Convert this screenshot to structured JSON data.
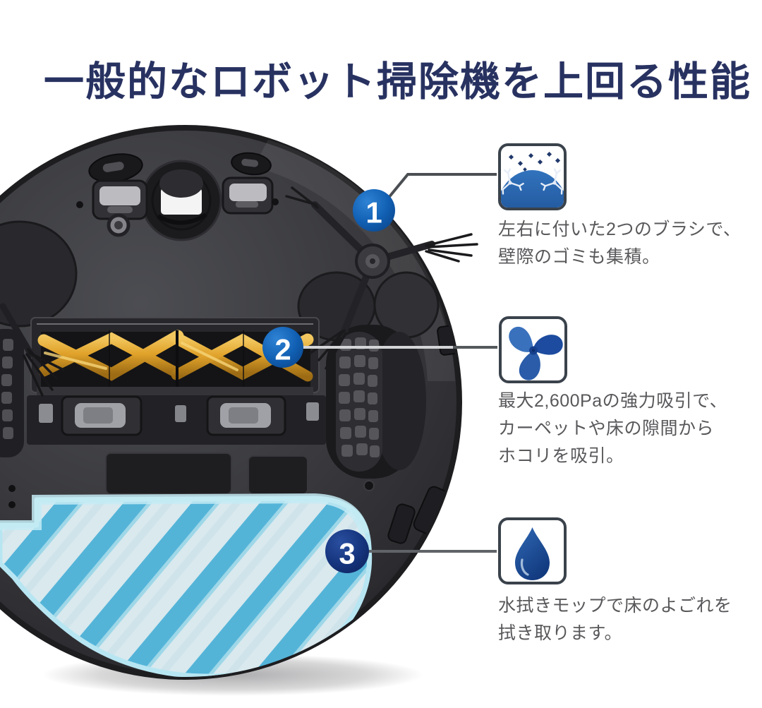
{
  "title": {
    "text": "一般的なロボット掃除機を上回る性能"
  },
  "callouts": [
    {
      "number": "1",
      "icon": "side-brushes-icon",
      "lines": [
        "左右に付いた2つのブラシで、",
        "壁際のゴミも集積。"
      ]
    },
    {
      "number": "2",
      "icon": "suction-fan-icon",
      "lines": [
        "最大2,600Paの強力吸引で、",
        "カーペットや床の隙間から",
        "ホコリを吸引。"
      ]
    },
    {
      "number": "3",
      "icon": "water-drop-icon",
      "lines": [
        "水拭きモップで床のよごれを",
        "拭き取ります。"
      ]
    }
  ],
  "colors": {
    "title_navy": "#283261",
    "body_text_gray": "#58585b",
    "badge_blue": "#1160b4",
    "badge_dark_navy": "#13327e",
    "icon_blue": "#1d4da0",
    "mop_pad_blue": "#54b4d8",
    "mop_pad_light": "#d9e9ee",
    "brush_gold": "#e3a92f",
    "robot_charcoal": "#39393d"
  }
}
